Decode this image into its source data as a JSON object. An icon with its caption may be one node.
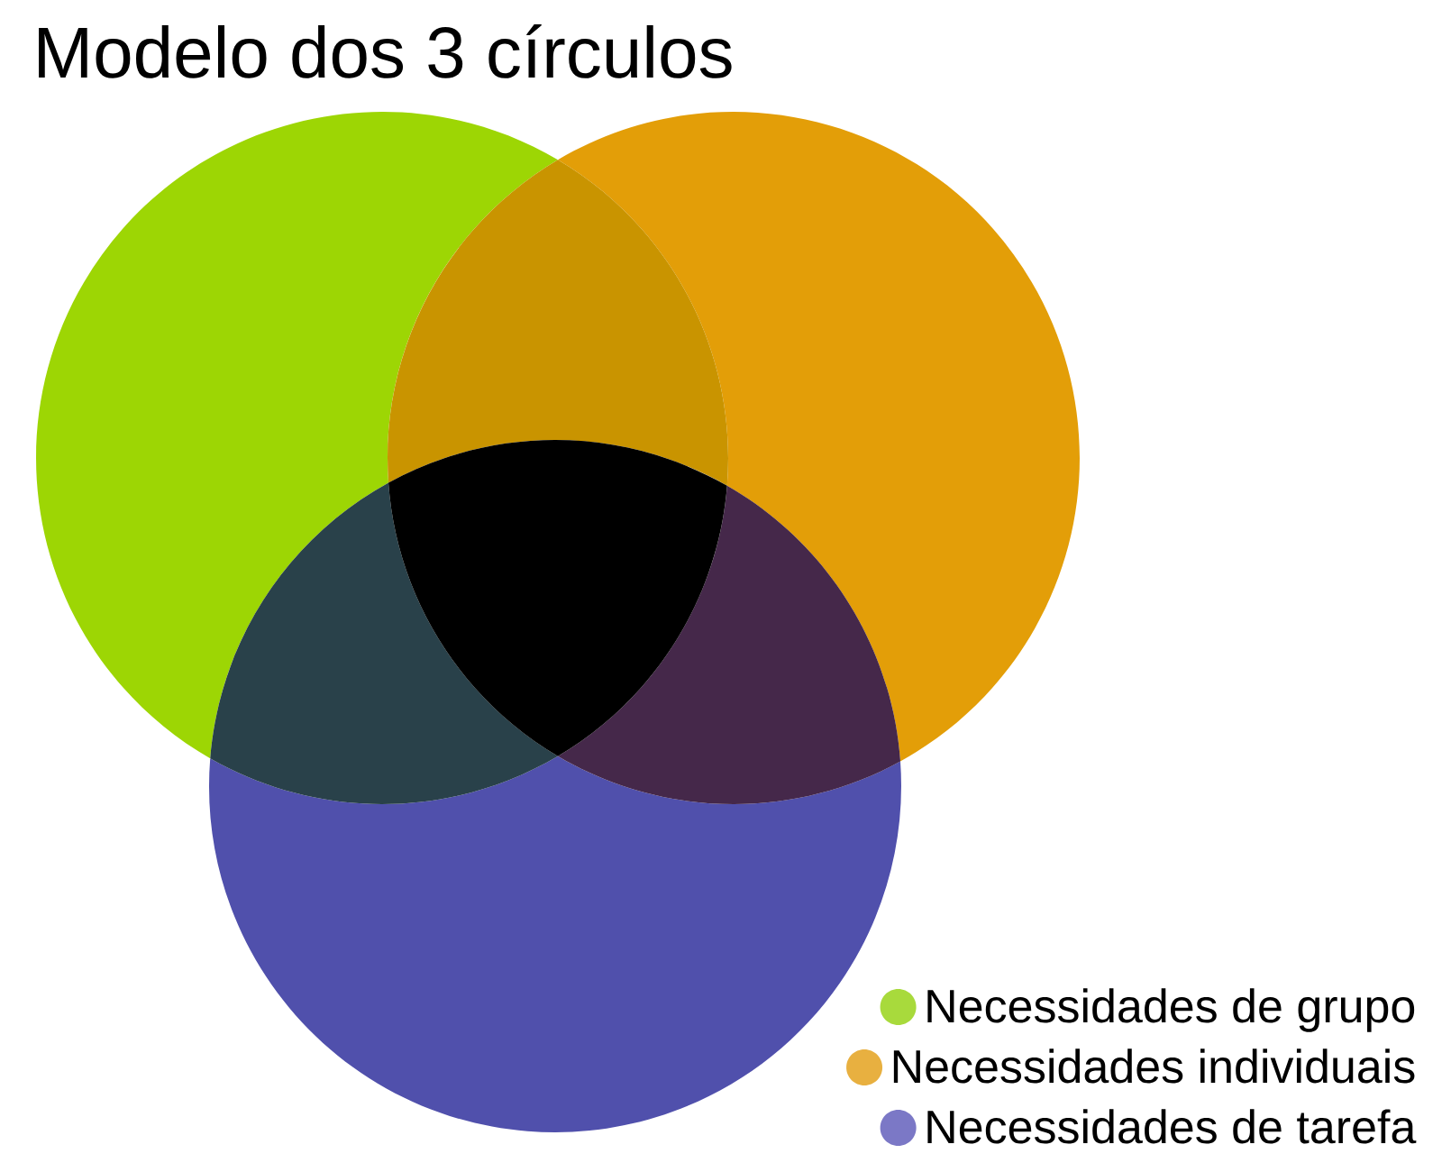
{
  "diagram": {
    "title": "Modelo dos 3 círculos",
    "nodes": [
      {
        "text": [],
        "shape": "circle"
      },
      {
        "text": [],
        "shape": "circle"
      },
      {
        "text": [],
        "shape": "circle"
      },
      {
        "text": [],
        "shape": "lens"
      },
      {
        "text": [],
        "shape": "lens"
      },
      {
        "text": [],
        "shape": "lens"
      },
      {
        "text": [],
        "shape": "triangle"
      }
    ],
    "legend": [
      {
        "text": "Necessidades de grupo",
        "color": "#a8da3c"
      },
      {
        "text": "Necessidades individuais",
        "color": "#e8b040"
      },
      {
        "text": "Necessidades de tarefa",
        "color": "#7b78c6"
      }
    ]
  }
}
